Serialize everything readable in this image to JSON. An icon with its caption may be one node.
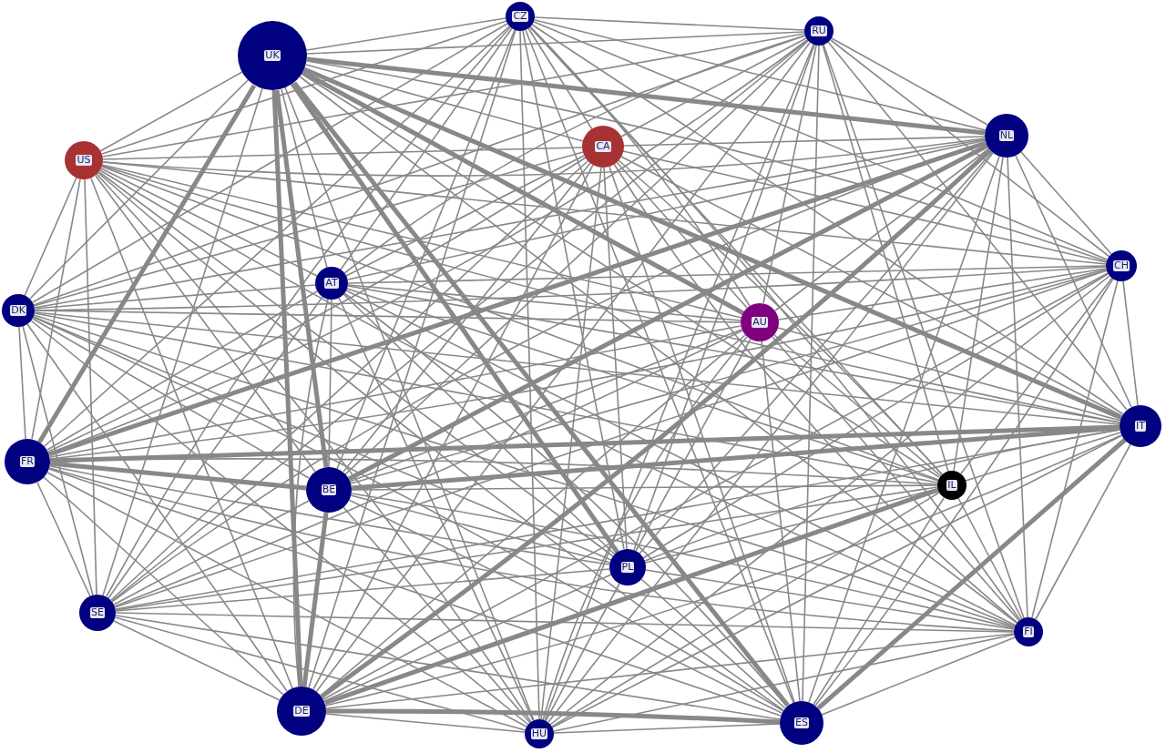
{
  "diagram": {
    "nodes": [
      {
        "text": [
          "UK"
        ]
      },
      {
        "text": [
          "CZ"
        ]
      },
      {
        "text": [
          "RU"
        ]
      },
      {
        "text": [
          "US"
        ]
      },
      {
        "text": [
          "CA"
        ]
      },
      {
        "text": [
          "NL"
        ]
      },
      {
        "text": [
          "CH"
        ]
      },
      {
        "text": [
          "AT"
        ]
      },
      {
        "text": [
          "AU"
        ]
      },
      {
        "text": [
          "DK"
        ]
      },
      {
        "text": [
          "IT"
        ]
      },
      {
        "text": [
          "FR"
        ]
      },
      {
        "text": [
          "BE"
        ]
      },
      {
        "text": [
          "IL"
        ]
      },
      {
        "text": [
          "PL"
        ]
      },
      {
        "text": [
          "SE"
        ]
      },
      {
        "text": [
          "FI"
        ]
      },
      {
        "text": [
          "DE"
        ]
      },
      {
        "text": [
          "HU"
        ]
      },
      {
        "text": [
          "ES"
        ]
      }
    ],
    "edges": [
      {
        "from": 0,
        "to": 1,
        "arrow": "none"
      },
      {
        "from": 0,
        "to": 2,
        "arrow": "none"
      },
      {
        "from": 0,
        "to": 3,
        "arrow": "none"
      },
      {
        "from": 0,
        "to": 4,
        "arrow": "none"
      },
      {
        "from": 0,
        "to": 5,
        "arrow": "none",
        "style": "thick"
      },
      {
        "from": 0,
        "to": 6,
        "arrow": "none"
      },
      {
        "from": 0,
        "to": 7,
        "arrow": "none"
      },
      {
        "from": 0,
        "to": 8,
        "arrow": "none",
        "style": "thick"
      },
      {
        "from": 0,
        "to": 9,
        "arrow": "none"
      },
      {
        "from": 0,
        "to": 10,
        "arrow": "none",
        "style": "thick"
      },
      {
        "from": 0,
        "to": 11,
        "arrow": "none",
        "style": "thick"
      },
      {
        "from": 0,
        "to": 12,
        "arrow": "none",
        "style": "thick"
      },
      {
        "from": 0,
        "to": 13,
        "arrow": "none"
      },
      {
        "from": 0,
        "to": 14,
        "arrow": "none",
        "style": "thick"
      },
      {
        "from": 0,
        "to": 15,
        "arrow": "none"
      },
      {
        "from": 0,
        "to": 16,
        "arrow": "none"
      },
      {
        "from": 0,
        "to": 17,
        "arrow": "none",
        "style": "thick"
      },
      {
        "from": 0,
        "to": 18,
        "arrow": "none"
      },
      {
        "from": 0,
        "to": 19,
        "arrow": "none",
        "style": "thick"
      },
      {
        "from": 1,
        "to": 2,
        "arrow": "none"
      },
      {
        "from": 1,
        "to": 3,
        "arrow": "none"
      },
      {
        "from": 1,
        "to": 4,
        "arrow": "none"
      },
      {
        "from": 1,
        "to": 5,
        "arrow": "none"
      },
      {
        "from": 1,
        "to": 6,
        "arrow": "none"
      },
      {
        "from": 1,
        "to": 7,
        "arrow": "none"
      },
      {
        "from": 1,
        "to": 8,
        "arrow": "none"
      },
      {
        "from": 1,
        "to": 9,
        "arrow": "none"
      },
      {
        "from": 1,
        "to": 10,
        "arrow": "none"
      },
      {
        "from": 1,
        "to": 11,
        "arrow": "none"
      },
      {
        "from": 1,
        "to": 12,
        "arrow": "none"
      },
      {
        "from": 1,
        "to": 13,
        "arrow": "none"
      },
      {
        "from": 1,
        "to": 14,
        "arrow": "none"
      },
      {
        "from": 1,
        "to": 15,
        "arrow": "none"
      },
      {
        "from": 1,
        "to": 16,
        "arrow": "none"
      },
      {
        "from": 1,
        "to": 17,
        "arrow": "none"
      },
      {
        "from": 1,
        "to": 18,
        "arrow": "none"
      },
      {
        "from": 1,
        "to": 19,
        "arrow": "none"
      },
      {
        "from": 2,
        "to": 3,
        "arrow": "none"
      },
      {
        "from": 2,
        "to": 4,
        "arrow": "none"
      },
      {
        "from": 2,
        "to": 5,
        "arrow": "none"
      },
      {
        "from": 2,
        "to": 6,
        "arrow": "none"
      },
      {
        "from": 2,
        "to": 7,
        "arrow": "none"
      },
      {
        "from": 2,
        "to": 8,
        "arrow": "none"
      },
      {
        "from": 2,
        "to": 9,
        "arrow": "none"
      },
      {
        "from": 2,
        "to": 10,
        "arrow": "none"
      },
      {
        "from": 2,
        "to": 11,
        "arrow": "none"
      },
      {
        "from": 2,
        "to": 12,
        "arrow": "none"
      },
      {
        "from": 2,
        "to": 13,
        "arrow": "none"
      },
      {
        "from": 2,
        "to": 14,
        "arrow": "none"
      },
      {
        "from": 2,
        "to": 15,
        "arrow": "none"
      },
      {
        "from": 2,
        "to": 16,
        "arrow": "none"
      },
      {
        "from": 2,
        "to": 17,
        "arrow": "none"
      },
      {
        "from": 2,
        "to": 18,
        "arrow": "none"
      },
      {
        "from": 2,
        "to": 19,
        "arrow": "none"
      },
      {
        "from": 3,
        "to": 4,
        "arrow": "none"
      },
      {
        "from": 3,
        "to": 5,
        "arrow": "none"
      },
      {
        "from": 3,
        "to": 6,
        "arrow": "none"
      },
      {
        "from": 3,
        "to": 7,
        "arrow": "none"
      },
      {
        "from": 3,
        "to": 8,
        "arrow": "none"
      },
      {
        "from": 3,
        "to": 9,
        "arrow": "none"
      },
      {
        "from": 3,
        "to": 10,
        "arrow": "none"
      },
      {
        "from": 3,
        "to": 11,
        "arrow": "none"
      },
      {
        "from": 3,
        "to": 12,
        "arrow": "none"
      },
      {
        "from": 3,
        "to": 13,
        "arrow": "none"
      },
      {
        "from": 3,
        "to": 14,
        "arrow": "none"
      },
      {
        "from": 3,
        "to": 15,
        "arrow": "none"
      },
      {
        "from": 3,
        "to": 16,
        "arrow": "none"
      },
      {
        "from": 3,
        "to": 17,
        "arrow": "none"
      },
      {
        "from": 3,
        "to": 18,
        "arrow": "none"
      },
      {
        "from": 3,
        "to": 19,
        "arrow": "none"
      },
      {
        "from": 4,
        "to": 5,
        "arrow": "none"
      },
      {
        "from": 4,
        "to": 6,
        "arrow": "none"
      },
      {
        "from": 4,
        "to": 7,
        "arrow": "none"
      },
      {
        "from": 4,
        "to": 8,
        "arrow": "none"
      },
      {
        "from": 4,
        "to": 9,
        "arrow": "none"
      },
      {
        "from": 4,
        "to": 10,
        "arrow": "none"
      },
      {
        "from": 4,
        "to": 11,
        "arrow": "none"
      },
      {
        "from": 4,
        "to": 12,
        "arrow": "none"
      },
      {
        "from": 4,
        "to": 13,
        "arrow": "none"
      },
      {
        "from": 4,
        "to": 14,
        "arrow": "none"
      },
      {
        "from": 4,
        "to": 15,
        "arrow": "none"
      },
      {
        "from": 4,
        "to": 16,
        "arrow": "none"
      },
      {
        "from": 4,
        "to": 17,
        "arrow": "none"
      },
      {
        "from": 4,
        "to": 18,
        "arrow": "none"
      },
      {
        "from": 4,
        "to": 19,
        "arrow": "none"
      },
      {
        "from": 5,
        "to": 6,
        "arrow": "none"
      },
      {
        "from": 5,
        "to": 7,
        "arrow": "none"
      },
      {
        "from": 5,
        "to": 8,
        "arrow": "none"
      },
      {
        "from": 5,
        "to": 9,
        "arrow": "none"
      },
      {
        "from": 5,
        "to": 10,
        "arrow": "none"
      },
      {
        "from": 5,
        "to": 11,
        "arrow": "none",
        "style": "thick"
      },
      {
        "from": 5,
        "to": 12,
        "arrow": "none",
        "style": "thick"
      },
      {
        "from": 5,
        "to": 13,
        "arrow": "none"
      },
      {
        "from": 5,
        "to": 14,
        "arrow": "none"
      },
      {
        "from": 5,
        "to": 15,
        "arrow": "none"
      },
      {
        "from": 5,
        "to": 16,
        "arrow": "none"
      },
      {
        "from": 5,
        "to": 17,
        "arrow": "none",
        "style": "thick"
      },
      {
        "from": 5,
        "to": 18,
        "arrow": "none"
      },
      {
        "from": 5,
        "to": 19,
        "arrow": "none"
      },
      {
        "from": 6,
        "to": 7,
        "arrow": "none"
      },
      {
        "from": 6,
        "to": 8,
        "arrow": "none"
      },
      {
        "from": 6,
        "to": 9,
        "arrow": "none"
      },
      {
        "from": 6,
        "to": 10,
        "arrow": "none"
      },
      {
        "from": 6,
        "to": 11,
        "arrow": "none"
      },
      {
        "from": 6,
        "to": 12,
        "arrow": "none"
      },
      {
        "from": 6,
        "to": 13,
        "arrow": "none"
      },
      {
        "from": 6,
        "to": 14,
        "arrow": "none"
      },
      {
        "from": 6,
        "to": 15,
        "arrow": "none"
      },
      {
        "from": 6,
        "to": 16,
        "arrow": "none"
      },
      {
        "from": 6,
        "to": 17,
        "arrow": "none"
      },
      {
        "from": 6,
        "to": 18,
        "arrow": "none"
      },
      {
        "from": 6,
        "to": 19,
        "arrow": "none"
      },
      {
        "from": 7,
        "to": 8,
        "arrow": "none"
      },
      {
        "from": 7,
        "to": 9,
        "arrow": "none"
      },
      {
        "from": 7,
        "to": 10,
        "arrow": "none"
      },
      {
        "from": 7,
        "to": 11,
        "arrow": "none"
      },
      {
        "from": 7,
        "to": 12,
        "arrow": "none"
      },
      {
        "from": 7,
        "to": 13,
        "arrow": "none"
      },
      {
        "from": 7,
        "to": 14,
        "arrow": "none"
      },
      {
        "from": 7,
        "to": 15,
        "arrow": "none"
      },
      {
        "from": 7,
        "to": 16,
        "arrow": "none"
      },
      {
        "from": 7,
        "to": 17,
        "arrow": "none"
      },
      {
        "from": 7,
        "to": 18,
        "arrow": "none"
      },
      {
        "from": 7,
        "to": 19,
        "arrow": "none"
      },
      {
        "from": 8,
        "to": 9,
        "arrow": "none"
      },
      {
        "from": 8,
        "to": 10,
        "arrow": "none"
      },
      {
        "from": 8,
        "to": 11,
        "arrow": "none"
      },
      {
        "from": 8,
        "to": 12,
        "arrow": "none"
      },
      {
        "from": 8,
        "to": 13,
        "arrow": "none"
      },
      {
        "from": 8,
        "to": 14,
        "arrow": "none"
      },
      {
        "from": 8,
        "to": 15,
        "arrow": "none"
      },
      {
        "from": 8,
        "to": 16,
        "arrow": "none"
      },
      {
        "from": 8,
        "to": 17,
        "arrow": "none"
      },
      {
        "from": 8,
        "to": 18,
        "arrow": "none"
      },
      {
        "from": 8,
        "to": 19,
        "arrow": "none"
      },
      {
        "from": 9,
        "to": 10,
        "arrow": "none"
      },
      {
        "from": 9,
        "to": 11,
        "arrow": "none"
      },
      {
        "from": 9,
        "to": 12,
        "arrow": "none"
      },
      {
        "from": 9,
        "to": 13,
        "arrow": "none"
      },
      {
        "from": 9,
        "to": 14,
        "arrow": "none"
      },
      {
        "from": 9,
        "to": 15,
        "arrow": "none"
      },
      {
        "from": 9,
        "to": 16,
        "arrow": "none"
      },
      {
        "from": 9,
        "to": 17,
        "arrow": "none"
      },
      {
        "from": 9,
        "to": 18,
        "arrow": "none"
      },
      {
        "from": 9,
        "to": 19,
        "arrow": "none"
      },
      {
        "from": 10,
        "to": 11,
        "arrow": "none",
        "style": "thick"
      },
      {
        "from": 10,
        "to": 12,
        "arrow": "none",
        "style": "thick"
      },
      {
        "from": 10,
        "to": 13,
        "arrow": "none"
      },
      {
        "from": 10,
        "to": 14,
        "arrow": "none"
      },
      {
        "from": 10,
        "to": 15,
        "arrow": "none"
      },
      {
        "from": 10,
        "to": 16,
        "arrow": "none"
      },
      {
        "from": 10,
        "to": 17,
        "arrow": "none"
      },
      {
        "from": 10,
        "to": 18,
        "arrow": "none"
      },
      {
        "from": 10,
        "to": 19,
        "arrow": "none",
        "style": "thick"
      },
      {
        "from": 11,
        "to": 12,
        "arrow": "none",
        "style": "thick"
      },
      {
        "from": 11,
        "to": 13,
        "arrow": "none"
      },
      {
        "from": 11,
        "to": 14,
        "arrow": "none"
      },
      {
        "from": 11,
        "to": 15,
        "arrow": "none"
      },
      {
        "from": 11,
        "to": 16,
        "arrow": "none"
      },
      {
        "from": 11,
        "to": 17,
        "arrow": "none"
      },
      {
        "from": 11,
        "to": 18,
        "arrow": "none"
      },
      {
        "from": 11,
        "to": 19,
        "arrow": "none"
      },
      {
        "from": 12,
        "to": 13,
        "arrow": "none"
      },
      {
        "from": 12,
        "to": 14,
        "arrow": "none"
      },
      {
        "from": 12,
        "to": 15,
        "arrow": "none"
      },
      {
        "from": 12,
        "to": 16,
        "arrow": "none"
      },
      {
        "from": 12,
        "to": 17,
        "arrow": "none",
        "style": "thick"
      },
      {
        "from": 12,
        "to": 18,
        "arrow": "none"
      },
      {
        "from": 12,
        "to": 19,
        "arrow": "none"
      },
      {
        "from": 13,
        "to": 14,
        "arrow": "none"
      },
      {
        "from": 13,
        "to": 15,
        "arrow": "none"
      },
      {
        "from": 13,
        "to": 16,
        "arrow": "none"
      },
      {
        "from": 13,
        "to": 17,
        "arrow": "none",
        "style": "thick"
      },
      {
        "from": 13,
        "to": 18,
        "arrow": "none"
      },
      {
        "from": 13,
        "to": 19,
        "arrow": "none"
      },
      {
        "from": 14,
        "to": 15,
        "arrow": "none"
      },
      {
        "from": 14,
        "to": 16,
        "arrow": "none"
      },
      {
        "from": 14,
        "to": 17,
        "arrow": "none"
      },
      {
        "from": 14,
        "to": 18,
        "arrow": "none"
      },
      {
        "from": 14,
        "to": 19,
        "arrow": "none"
      },
      {
        "from": 15,
        "to": 16,
        "arrow": "none"
      },
      {
        "from": 15,
        "to": 17,
        "arrow": "none"
      },
      {
        "from": 15,
        "to": 18,
        "arrow": "none"
      },
      {
        "from": 15,
        "to": 19,
        "arrow": "none"
      },
      {
        "from": 16,
        "to": 17,
        "arrow": "none"
      },
      {
        "from": 16,
        "to": 18,
        "arrow": "none"
      },
      {
        "from": 16,
        "to": 19,
        "arrow": "none"
      },
      {
        "from": 17,
        "to": 18,
        "arrow": "none"
      },
      {
        "from": 17,
        "to": 19,
        "arrow": "none",
        "style": "thick"
      },
      {
        "from": 18,
        "to": 19,
        "arrow": "none"
      }
    ]
  }
}
